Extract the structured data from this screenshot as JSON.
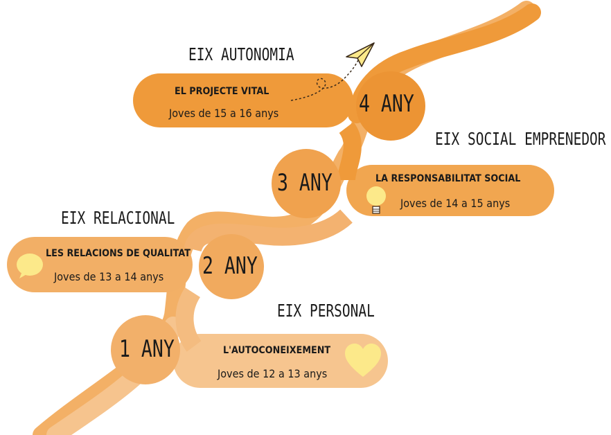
{
  "axes": [
    {
      "id": "autonomia",
      "axis_title": "EIX AUTONOMIA",
      "card_title": "EL PROJECTE VITAL",
      "card_subtitle": "Joves de 15 a 16 anys",
      "year": "4 ANY"
    },
    {
      "id": "social",
      "axis_title": "EIX SOCIAL EMPRENEDOR",
      "card_title": "LA RESPONSABILITAT SOCIAL",
      "card_subtitle": "Joves de 14 a 15 anys",
      "year": "3 ANY"
    },
    {
      "id": "relacional",
      "axis_title": "EIX RELACIONAL",
      "card_title": "LES RELACIONS DE QUALITAT",
      "card_subtitle": "Joves de 13 a 14 anys",
      "year": "2 ANY"
    },
    {
      "id": "personal",
      "axis_title": "EIX PERSONAL",
      "card_title": "L'AUTOCONEIXEMENT",
      "card_subtitle": "Joves de 12 a 13 anys",
      "year": "1 ANY"
    }
  ],
  "colors": {
    "road_dark": "#EF9A3A",
    "road_mid": "#F1A650",
    "road_light": "#F4B872",
    "circle_dark": "#EC9434",
    "circle_light": "#F2B06A",
    "icon_yellow": "#FCE98A",
    "text": "#1a1a1a"
  },
  "icons": [
    "paper-plane-icon",
    "lightbulb-icon",
    "speech-bubble-icon",
    "heart-icon"
  ]
}
